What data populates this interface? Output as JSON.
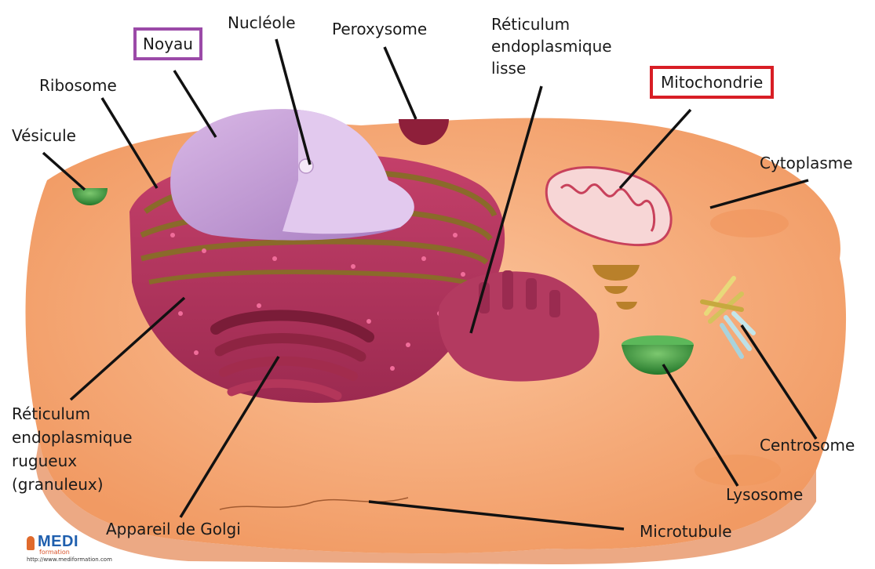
{
  "labels": {
    "noyau": "Noyau",
    "nucleole": "Nucléole",
    "peroxysome": "Peroxysome",
    "rel_line1": "Réticulum",
    "rel_line2": "endoplasmique",
    "rel_line3": "lisse",
    "ribosome": "Ribosome",
    "mitochondrie": "Mitochondrie",
    "vesicule": "Vésicule",
    "cytoplasme": "Cytoplasme",
    "rer_line1": "Réticulum",
    "rer_line2": "endoplasmique",
    "rer_line3": "rugueux",
    "rer_line4": "(granuleux)",
    "centrosome": "Centrosome",
    "lysosome": "Lysosome",
    "golgi": "Appareil de Golgi",
    "microtubule": "Microtubule"
  },
  "logo": {
    "brand": "MEDI",
    "sub": "formation",
    "url": "http://www.mediformation.com"
  },
  "colors": {
    "cytoplasm": "#f6a978",
    "nucleus": "#c9a3d8",
    "er_rough": "#b8335e",
    "purple_box": "#9b4aa8",
    "red_box": "#d81e25",
    "lysosome": "#3f9a3a"
  }
}
